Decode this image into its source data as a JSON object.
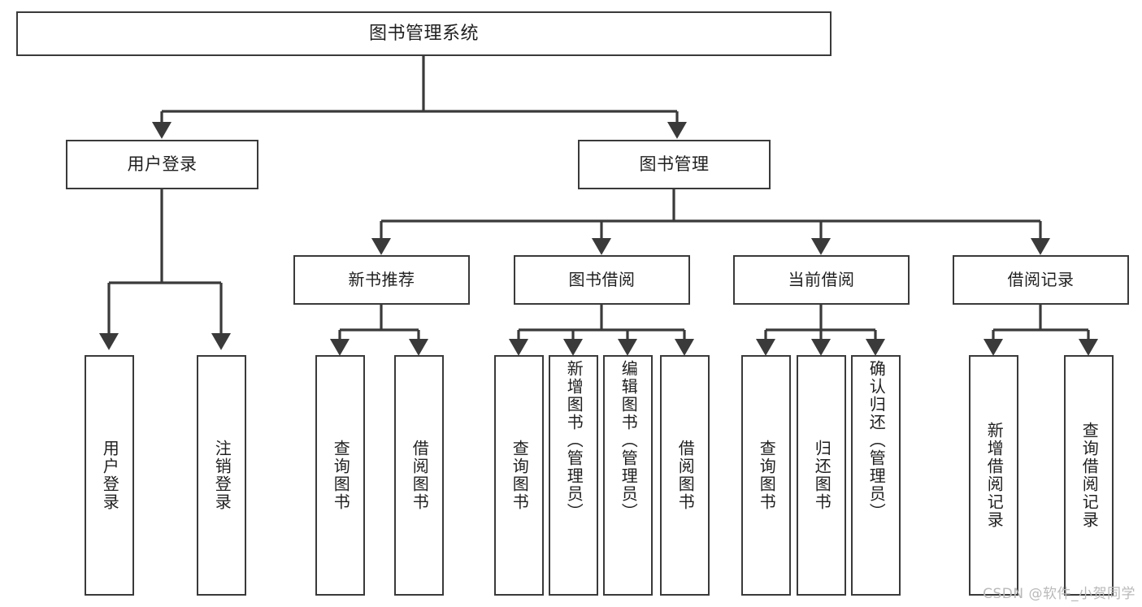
{
  "diagram": {
    "title": "图书管理系统",
    "root": {
      "label": "图书管理系统"
    },
    "level2": [
      {
        "label": "用户登录"
      },
      {
        "label": "图书管理"
      }
    ],
    "level3": [
      {
        "label": "新书推荐"
      },
      {
        "label": "图书借阅"
      },
      {
        "label": "当前借阅"
      },
      {
        "label": "借阅记录"
      }
    ],
    "leaves": {
      "user_login": [
        {
          "label": "用户登录"
        },
        {
          "label": "注销登录"
        }
      ],
      "new_book_recommend": [
        {
          "label": "查询图书"
        },
        {
          "label": "借阅图书"
        }
      ],
      "book_borrow": [
        {
          "label": "查询图书"
        },
        {
          "label": "新增图书（管理员）"
        },
        {
          "label": "编辑图书（管理员）"
        },
        {
          "label": "借阅图书"
        }
      ],
      "current_borrow": [
        {
          "label": "查询图书"
        },
        {
          "label": "归还图书"
        },
        {
          "label": "确认归还（管理员）"
        }
      ],
      "borrow_record": [
        {
          "label": "新增借阅记录"
        },
        {
          "label": "查询借阅记录"
        }
      ]
    },
    "watermark": "CSDN @软件_小贺同学",
    "colors": {
      "border": "#3a3a3a",
      "background": "#ffffff",
      "text": "#1f1f1f",
      "watermark": "#b9b9b9"
    }
  }
}
